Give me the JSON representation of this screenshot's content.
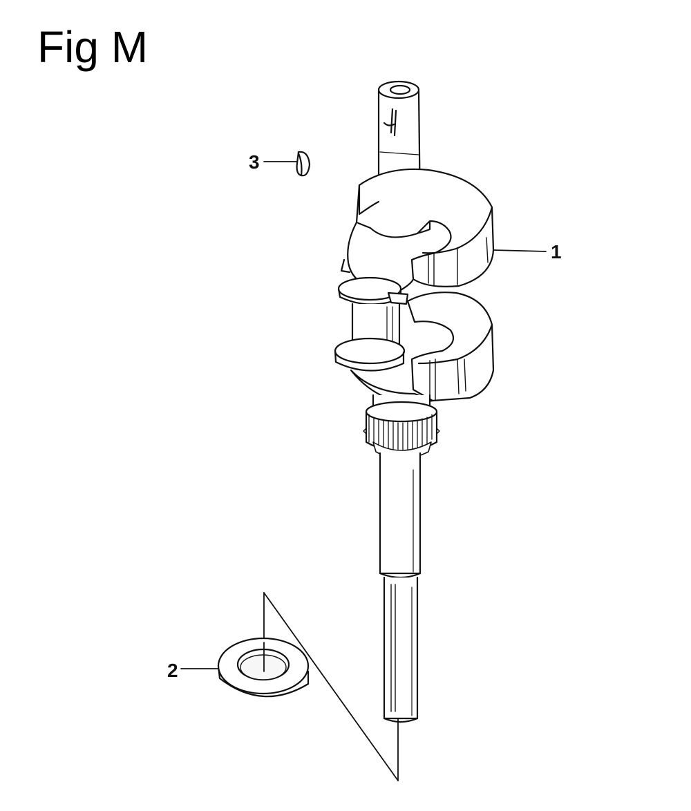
{
  "figure": {
    "title": "Fig M"
  },
  "callouts": [
    {
      "id": "1",
      "label": "1",
      "part": "crankshaft"
    },
    {
      "id": "2",
      "label": "2",
      "part": "oil-seal"
    },
    {
      "id": "3",
      "label": "3",
      "part": "key"
    }
  ],
  "colors": {
    "ink": "#111111",
    "fill": "#ffffff",
    "shade": "#f2f2f2"
  }
}
